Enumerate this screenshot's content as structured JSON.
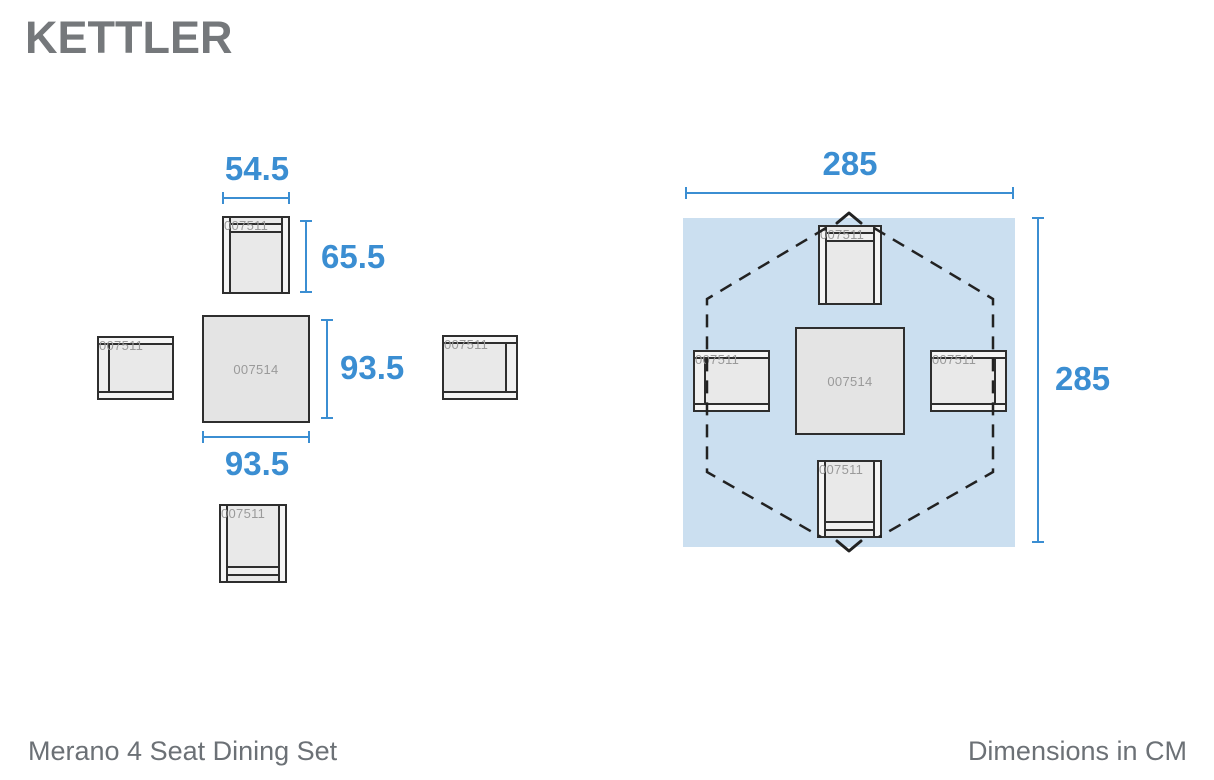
{
  "logo": "KETTLER",
  "sku": {
    "chair": "007511",
    "table": "007514"
  },
  "left_diagram": {
    "chair_width_cm": "54.5",
    "chair_depth_cm": "65.5",
    "table_depth_cm": "93.5",
    "table_width_cm": "93.5"
  },
  "right_diagram": {
    "footprint_width_cm": "285",
    "footprint_height_cm": "285",
    "icons": {
      "top": "arrow-up-icon",
      "bottom": "arrow-down-icon"
    }
  },
  "footer": {
    "product_name": "Merano 4 Seat Dining Set",
    "units_label": "Dimensions in CM"
  },
  "colors": {
    "accent_blue": "#3b8ed2",
    "footprint_fill": "#cbdff0",
    "furniture_outline": "#2e2e2e",
    "furniture_fill": "#e9e9e9",
    "sku_text": "#9a9a9a",
    "gray_text": "#6c7176",
    "logo_gray": "#75787b"
  }
}
